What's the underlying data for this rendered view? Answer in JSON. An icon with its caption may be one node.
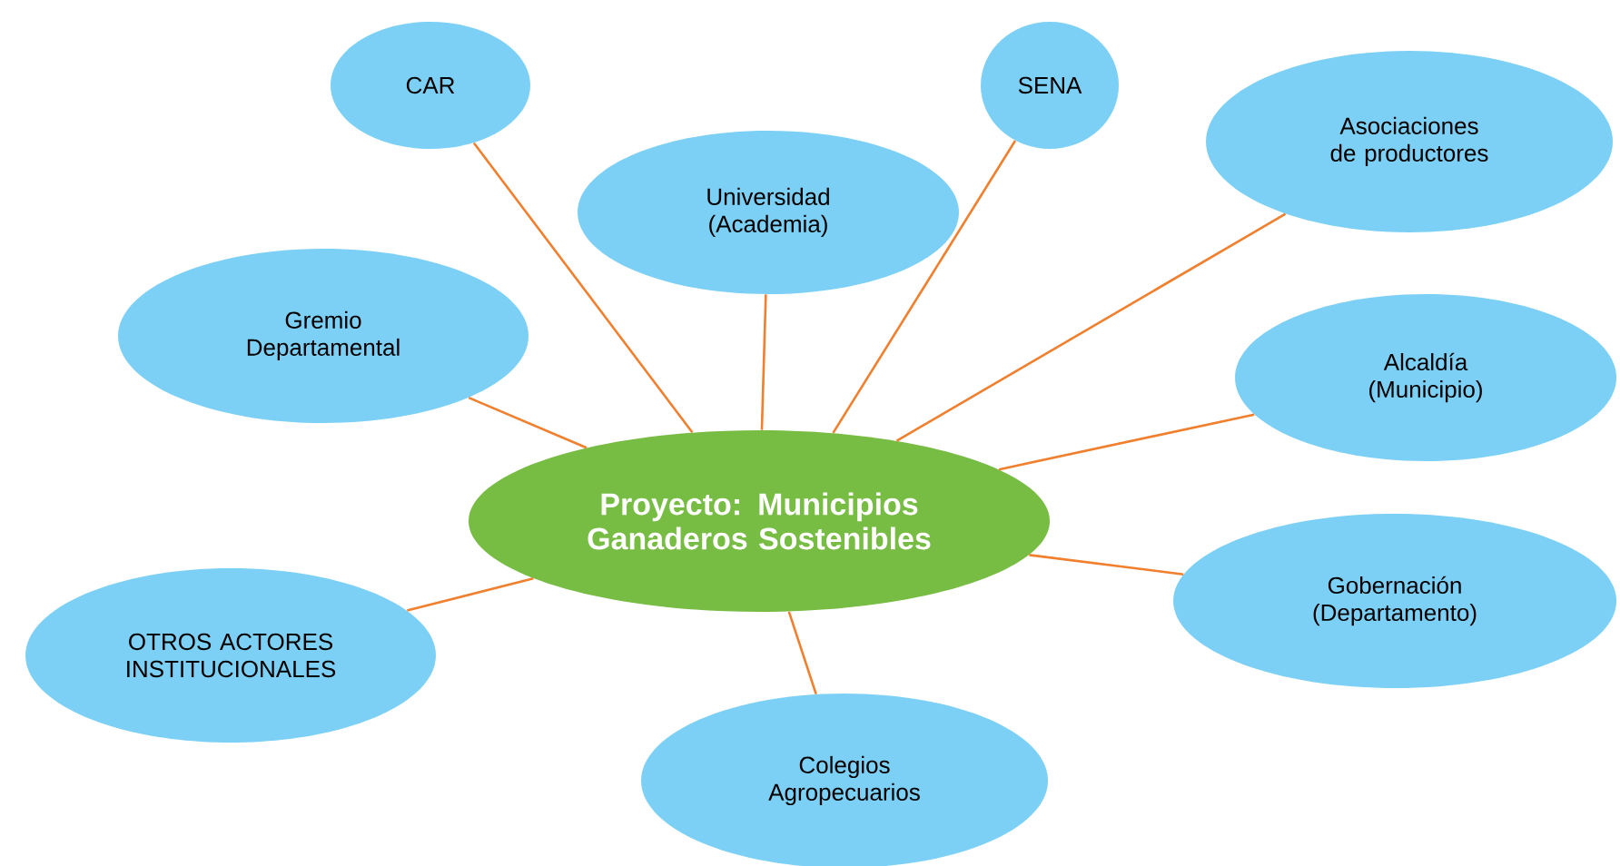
{
  "diagram": {
    "nodes": [
      {
        "text": [
          "Proyecto: Municipios Ganaderos Sostenibles"
        ]
      },
      {
        "text": [
          "CAR"
        ]
      },
      {
        "text": [
          "Universidad (Academia)"
        ]
      },
      {
        "text": [
          "SENA"
        ]
      },
      {
        "text": [
          "Asociaciones de productores"
        ]
      },
      {
        "text": [
          "Gremio Departamental"
        ]
      },
      {
        "text": [
          "Alcaldía (Municipio)"
        ]
      },
      {
        "text": [
          "Gobernación (Departamento)"
        ]
      },
      {
        "text": [
          "OTROS ACTORES INSTITUCIONALES"
        ]
      },
      {
        "text": [
          "Colegios Agropecuarios"
        ]
      }
    ],
    "edges": [
      {
        "from": 0,
        "to": 1,
        "arrow": "none"
      },
      {
        "from": 0,
        "to": 2,
        "arrow": "none"
      },
      {
        "from": 0,
        "to": 3,
        "arrow": "none"
      },
      {
        "from": 0,
        "to": 4,
        "arrow": "none"
      },
      {
        "from": 0,
        "to": 5,
        "arrow": "none"
      },
      {
        "from": 0,
        "to": 6,
        "arrow": "none"
      },
      {
        "from": 0,
        "to": 7,
        "arrow": "none"
      },
      {
        "from": 0,
        "to": 8,
        "arrow": "none"
      },
      {
        "from": 0,
        "to": 9,
        "arrow": "none"
      }
    ]
  }
}
